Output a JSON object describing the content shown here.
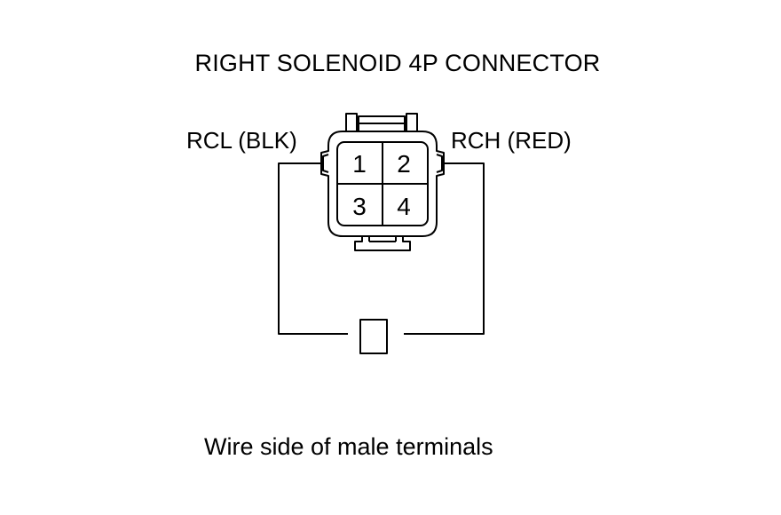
{
  "title": "RIGHT SOLENOID 4P CONNECTOR",
  "left_wire_label": "RCL (BLK)",
  "right_wire_label": "RCH (RED)",
  "pins": [
    "1",
    "2",
    "3",
    "4"
  ],
  "caption": "Wire side of male terminals",
  "colors": {
    "line": "#000000",
    "background": "#ffffff"
  }
}
